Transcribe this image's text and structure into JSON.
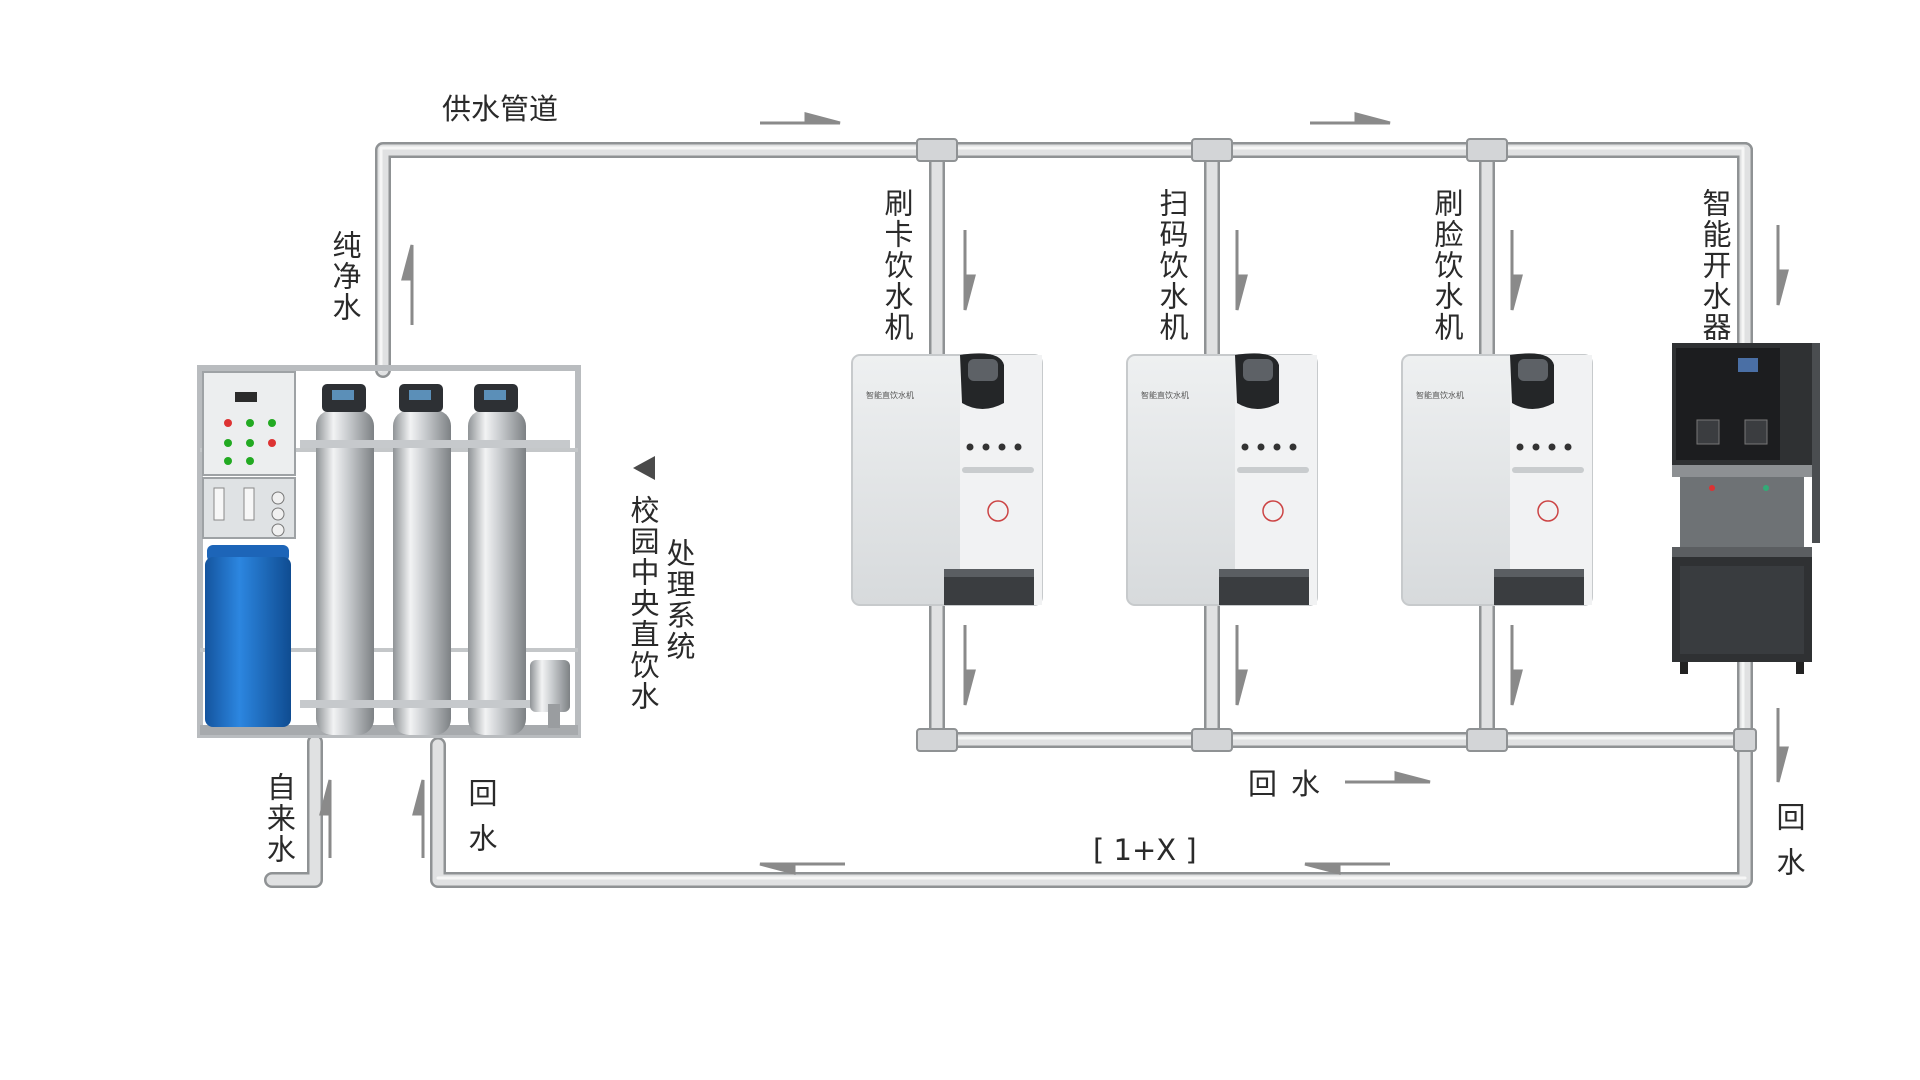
{
  "labels": {
    "supply_pipe": "供水管道",
    "pure_water": "纯净水",
    "tap_water": "自来水",
    "return_left": "回水",
    "return_mid": "回水",
    "return_right": "回水",
    "central_system_line1": "校园中央直饮水",
    "central_system_line2": "处理系统",
    "card_dispenser": "刷卡饮水机",
    "scan_dispenser": "扫码饮水机",
    "face_dispenser": "刷脸饮水机",
    "smart_boiler": "智能开水器",
    "loop_note": "[ 1+X ]"
  },
  "dispenser_panel_text": "智能直饮水机",
  "colors": {
    "pipe": "#d9dadb",
    "pipe_edge": "#8f9294",
    "arrow": "#8a8a8a",
    "text": "#2a2a2a",
    "dispenser_body": "#e7e9ea",
    "boiler_body": "#2f3133",
    "softener_tank": "#1f6fc9"
  }
}
